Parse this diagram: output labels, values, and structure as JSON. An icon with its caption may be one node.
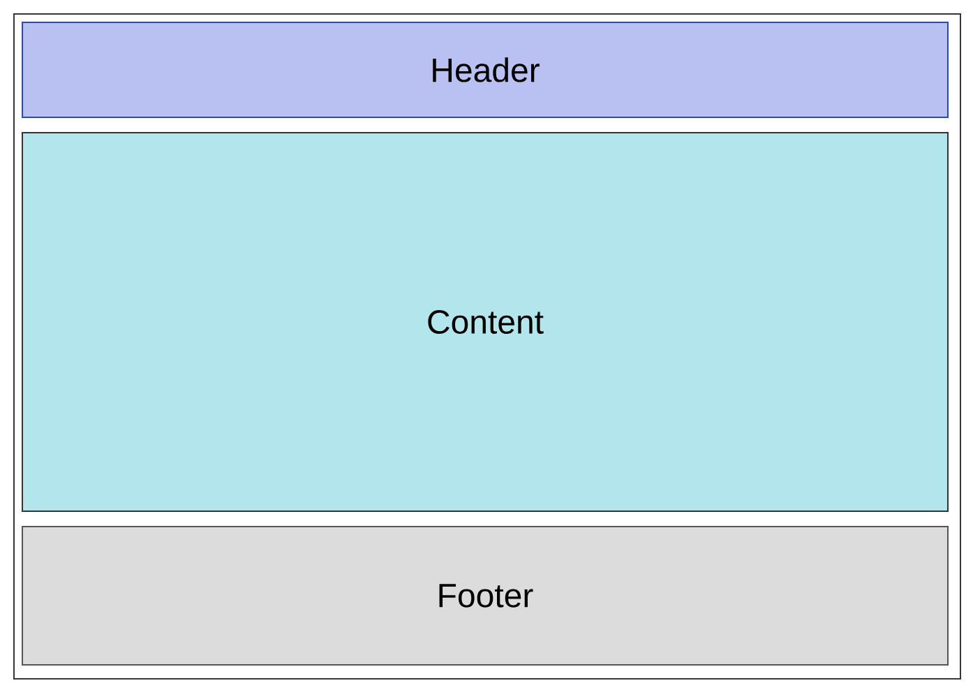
{
  "diagram": {
    "nodes": [
      {
        "text": [],
        "shape": "box"
      },
      {
        "text": [
          "Header"
        ],
        "in": 0
      },
      {
        "text": [
          "Content"
        ],
        "in": 0
      },
      {
        "text": [
          "Footer"
        ],
        "in": 0
      }
    ]
  }
}
